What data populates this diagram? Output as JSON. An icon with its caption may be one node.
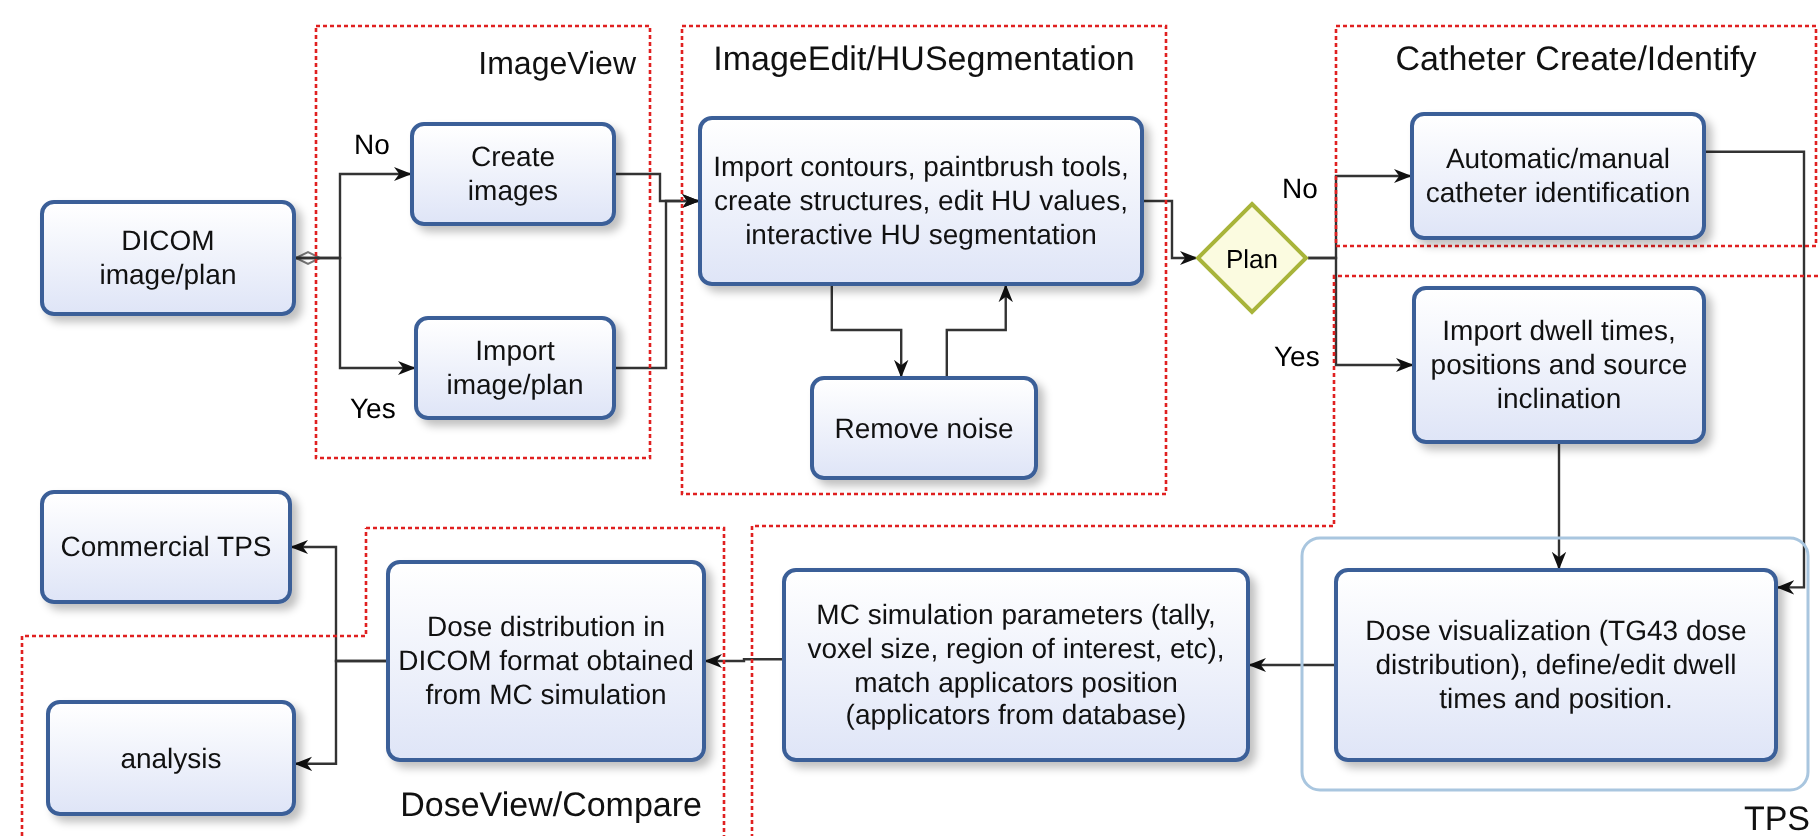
{
  "diagram": {
    "nodes": [
      {
        "text": [
          "DICOM image/plan"
        ]
      },
      {
        "text": [
          "ImageView"
        ]
      },
      {
        "text": [
          "Create images"
        ],
        "in": 1
      },
      {
        "text": [
          "Import image/plan"
        ],
        "in": 1
      },
      {
        "text": [
          "ImageEdit/HUSegmentation"
        ]
      },
      {
        "text": [
          "Import contours,  paintbrush tools, create structures, edit HU values, interactive HU segmentation"
        ],
        "in": 4
      },
      {
        "text": [
          "Remove noise"
        ],
        "in": 4
      },
      {
        "text": [
          "Plan"
        ]
      },
      {
        "text": [
          "Catheter Create/Identify"
        ]
      },
      {
        "text": [
          "Automatic/manual catheter identification"
        ],
        "in": 8
      },
      {
        "text": [
          "Import  dwell times, positions and source inclination"
        ]
      },
      {
        "text": [
          "TPS"
        ]
      },
      {
        "text": [
          "Dose visualization (TG43 dose distribution), define/edit dwell times and position."
        ],
        "in": 11
      },
      {
        "text": [
          "MC simulation parameters (tally, voxel size, region of interest, etc), match applicators position (applicators from database)"
        ]
      },
      {
        "text": [
          "DoseView/Compare"
        ]
      },
      {
        "text": [
          "Dose distribution in DICOM format obtained from MC simulation"
        ],
        "in": 14
      },
      {
        "text": [
          "Commercial TPS"
        ]
      },
      {
        "text": [
          "analysis"
        ],
        "in": 14
      }
    ],
    "edges": [
      {
        "from": 0,
        "to": 2,
        "arrow": "to",
        "label": "No"
      },
      {
        "from": 0,
        "to": 3,
        "arrow": "to",
        "label": "Yes"
      },
      {
        "from": 2,
        "to": 5,
        "arrow": "to"
      },
      {
        "from": 3,
        "to": 5,
        "arrow": "to"
      },
      {
        "from": 5,
        "to": 6,
        "arrow": "to"
      },
      {
        "from": 6,
        "to": 5,
        "arrow": "to"
      },
      {
        "from": 5,
        "to": 7,
        "arrow": "to"
      },
      {
        "from": 7,
        "to": 9,
        "arrow": "to",
        "label": "No"
      },
      {
        "from": 7,
        "to": 10,
        "arrow": "to",
        "label": "Yes"
      },
      {
        "from": 9,
        "to": 12,
        "arrow": "to"
      },
      {
        "from": 10,
        "to": 12,
        "arrow": "to"
      },
      {
        "from": 12,
        "to": 13,
        "arrow": "to"
      },
      {
        "from": 13,
        "to": 15,
        "arrow": "to"
      },
      {
        "from": 15,
        "to": 16,
        "arrow": "to"
      },
      {
        "from": 15,
        "to": 17,
        "arrow": "to"
      }
    ]
  }
}
